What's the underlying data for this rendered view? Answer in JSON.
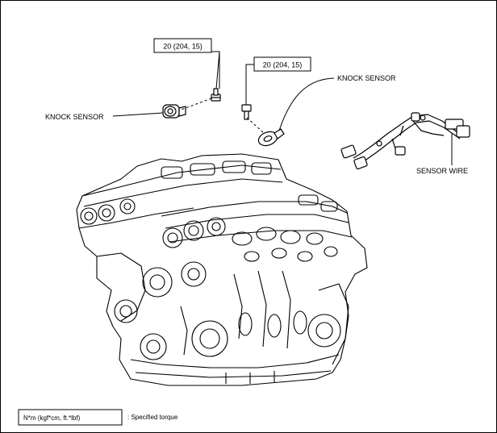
{
  "labels": {
    "knock_sensor_left": "KNOCK SENSOR",
    "knock_sensor_right": "KNOCK SENSOR",
    "sensor_wire": "SENSOR WIRE"
  },
  "torque": {
    "left": "20 (204, 15)",
    "right": "20 (204, 15)"
  },
  "legend": {
    "unit": "N*m (kgf*cm, ft.*lbf)",
    "description": ": Specified torque"
  }
}
